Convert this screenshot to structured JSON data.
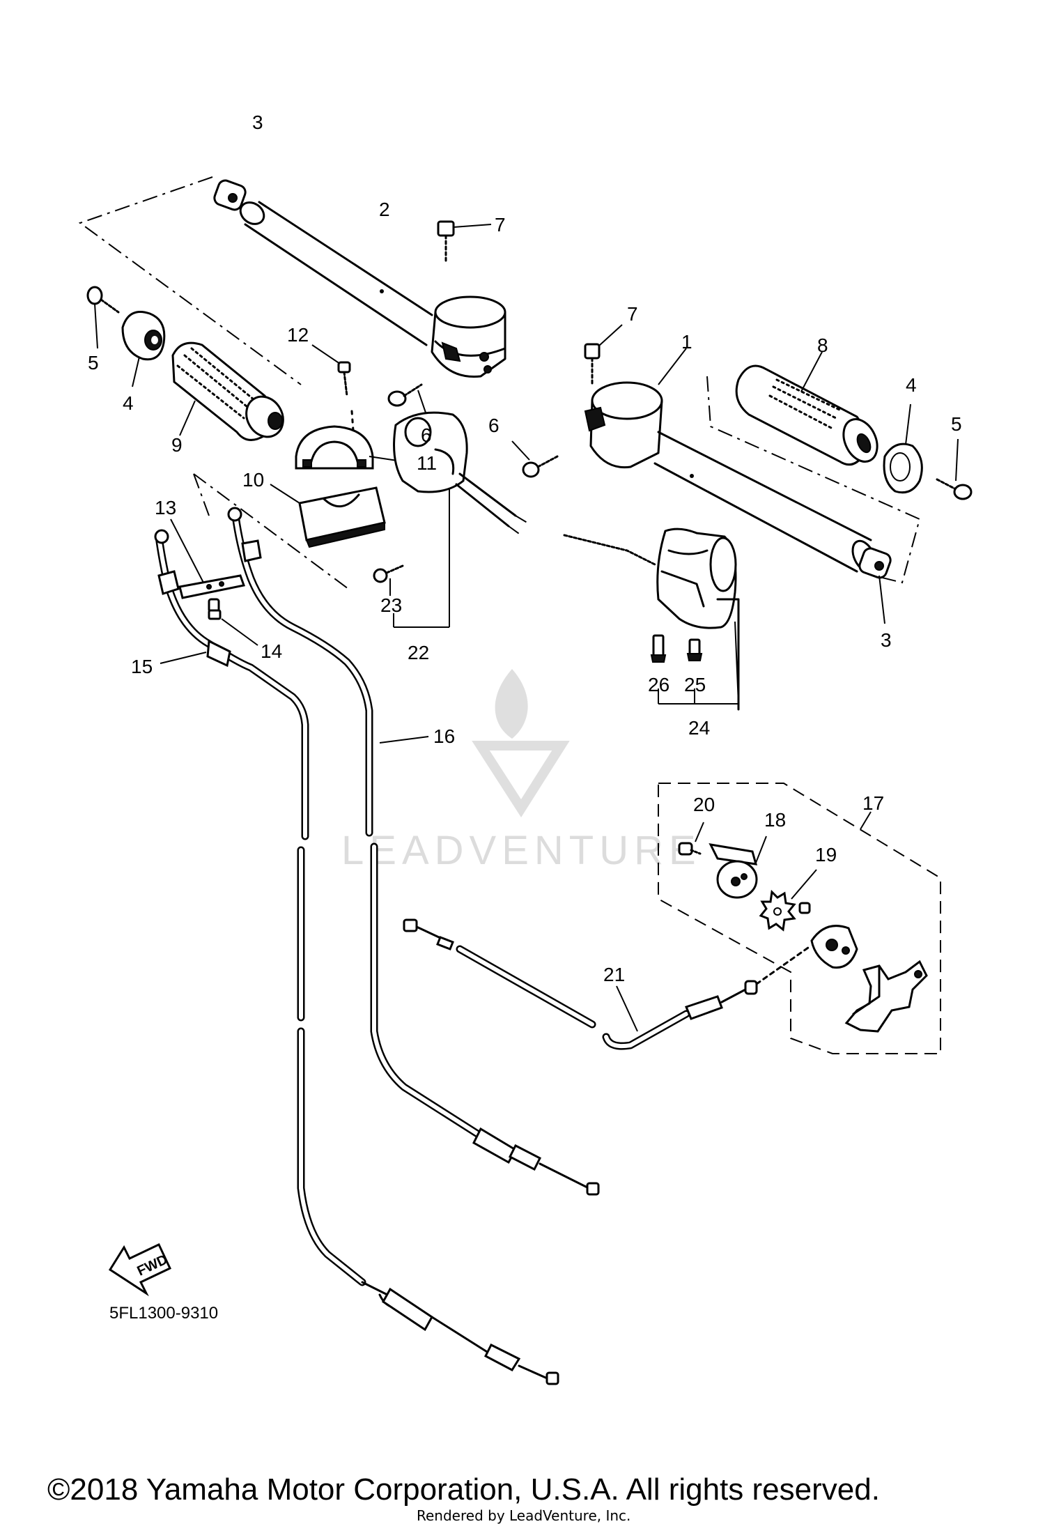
{
  "callouts": {
    "c1": "1",
    "c2": "2",
    "c3a": "3",
    "c3b": "3",
    "c4a": "4",
    "c4b": "4",
    "c5a": "5",
    "c5b": "5",
    "c6a": "6",
    "c6b": "6",
    "c7a": "7",
    "c7b": "7",
    "c8": "8",
    "c9": "9",
    "c10": "10",
    "c11": "11",
    "c12": "12",
    "c13": "13",
    "c14": "14",
    "c15": "15",
    "c16": "16",
    "c17": "17",
    "c18": "18",
    "c19": "19",
    "c20": "20",
    "c21": "21",
    "c22": "22",
    "c23": "23",
    "c24": "24",
    "c25": "25",
    "c26": "26"
  },
  "fwd_label": "FWD",
  "diagram_code": "5FL1300-9310",
  "watermark": "LEADVENTURE",
  "copyright": "©2018 Yamaha Motor Corporation, U.S.A. All rights reserved.",
  "rendered_by": "Rendered by LeadVenture, Inc."
}
